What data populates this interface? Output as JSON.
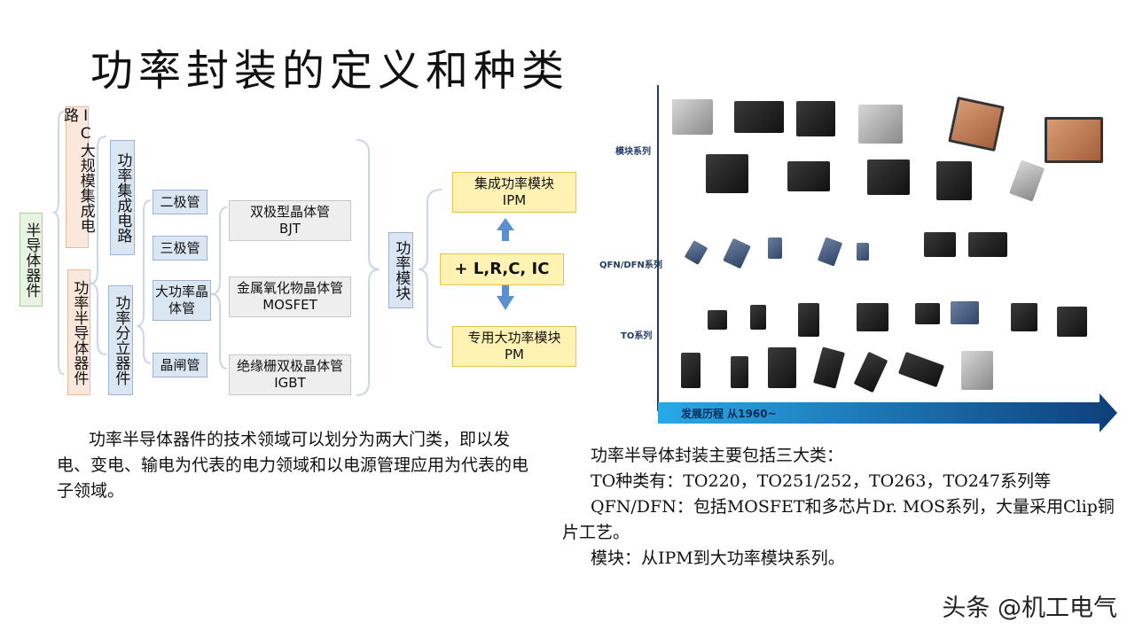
{
  "title": "功率封装的定义和种类",
  "tree": {
    "root": "半导体器件",
    "level1": [
      "IC大规模集成电路",
      "功率半导体器件"
    ],
    "level2": [
      "功率集成电路",
      "功率分立器件"
    ],
    "level3": [
      "二极管",
      "三极管",
      "大功率晶体管",
      "晶闸管"
    ],
    "level4": [
      {
        "name": "双极型晶体管",
        "abbr": "BJT"
      },
      {
        "name": "金属氧化物晶体管",
        "abbr": "MOSFET"
      },
      {
        "name": "绝缘栅双极晶体管",
        "abbr": "IGBT"
      }
    ],
    "module": "功率模块",
    "middle": "+ L,R,C, IC",
    "top_box": {
      "name": "集成功率模块",
      "abbr": "IPM"
    },
    "bottom_box": {
      "name": "专用大功率模块",
      "abbr": "PM"
    }
  },
  "left_paragraph": "功率半导体器件的技术领域可以划分为两大门类，即以发电、变电、输电为代表的电力领域和以电源管理应用为代表的电子领域。",
  "packages": {
    "rows": [
      "模块系列",
      "QFN/DFN系列",
      "TO系列"
    ],
    "timeline": "发展历程 从1960~"
  },
  "right_paragraph": {
    "line1": "功率半导体封装主要包括三大类：",
    "line2": "TO种类有：TO220，TO251/252，TO263，TO247系列等",
    "line3": "QFN/DFN：包括MOSFET和多芯片Dr. MOS系列，大量采用Clip铜片工艺。",
    "line4": "模块：从IPM到大功率模块系列。"
  },
  "watermark": "头条 @机工电气",
  "colors": {
    "arrow_blue": "#0e4c8a",
    "box_yellow": "#fff2b3",
    "box_blue": "#dbe6f3"
  }
}
